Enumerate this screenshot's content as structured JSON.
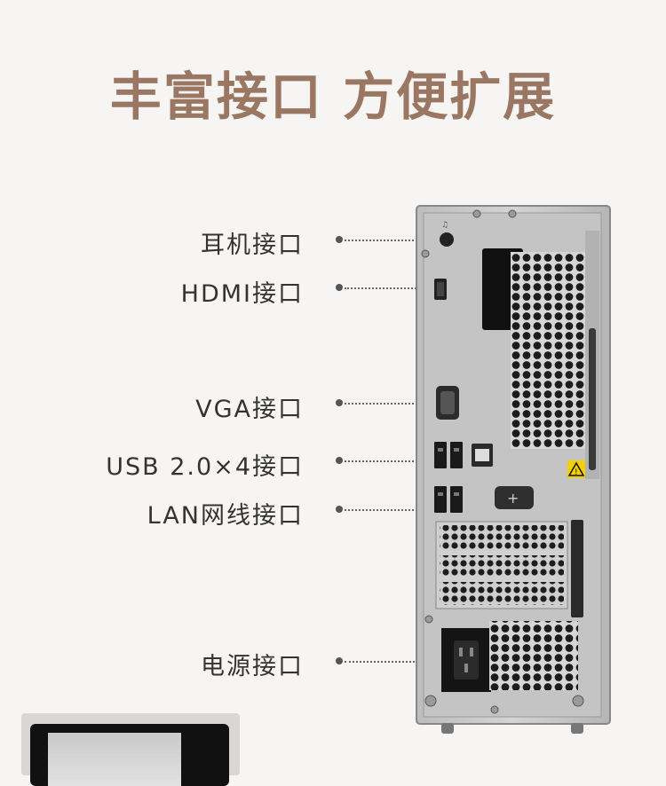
{
  "title": "丰富接口 方便扩展",
  "ports": [
    {
      "label": "耳机接口"
    },
    {
      "label": "HDMI接口"
    },
    {
      "label": "VGA接口"
    },
    {
      "label": "USB 2.0×4接口"
    },
    {
      "label": "LAN网线接口"
    },
    {
      "label": "电源接口"
    }
  ],
  "colors": {
    "title": "#9a7762",
    "chassis": "#c9c9c9",
    "background": "#f7f5f3",
    "warning": "#f5d000"
  },
  "icons": [
    "headphone-icon",
    "warning-icon",
    "power-icon"
  ]
}
